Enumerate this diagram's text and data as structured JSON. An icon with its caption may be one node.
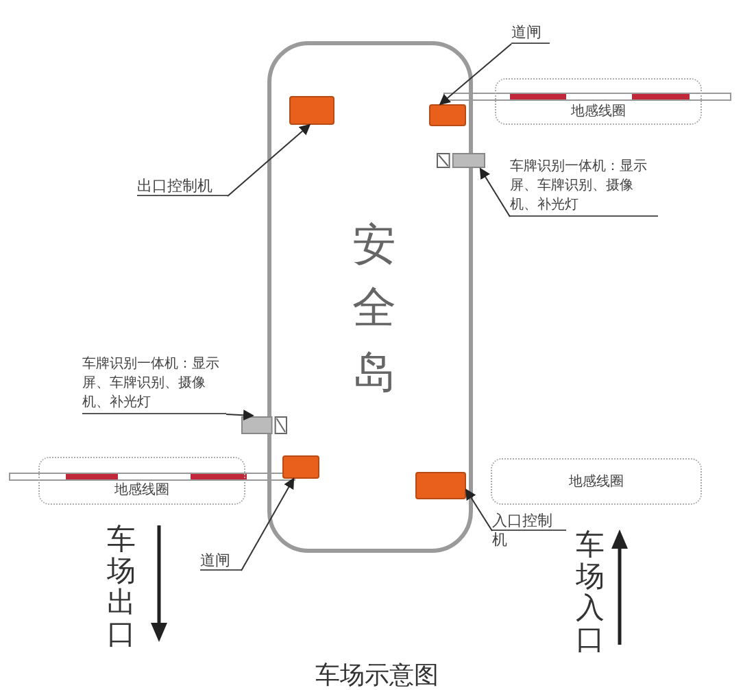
{
  "diagram": {
    "caption": "车场示意图",
    "nodes": [
      {
        "text": [
          "安全岛"
        ]
      },
      {
        "text": [],
        "shape": "box",
        "in": 0
      },
      {
        "text": [],
        "shape": "box",
        "in": 0
      },
      {
        "text": [],
        "shape": "camera"
      },
      {
        "text": [],
        "shape": "camera"
      },
      {
        "text": [],
        "shape": "box",
        "in": 0
      },
      {
        "text": [],
        "shape": "box",
        "in": 0
      },
      {
        "text": [
          "地感线圈"
        ]
      },
      {
        "text": [
          "地感线圈"
        ]
      },
      {
        "text": [
          "地感线圈"
        ]
      },
      {
        "text": [
          "道闸"
        ]
      },
      {
        "text": [
          "出口控制机"
        ]
      },
      {
        "text": [
          "车牌识别一体机：显示屏、车牌识别、摄像机、补光灯"
        ]
      },
      {
        "text": [
          "车牌识别一体机：显示屏、车牌识别、摄像机、补光灯"
        ]
      },
      {
        "text": [
          "道闸"
        ]
      },
      {
        "text": [
          "入口控制机"
        ]
      }
    ],
    "edges": [
      {
        "from": 10,
        "to": 2,
        "arrow": "to"
      },
      {
        "from": 11,
        "to": 1,
        "arrow": "to"
      },
      {
        "from": 12,
        "to": 3,
        "arrow": "to"
      },
      {
        "from": 13,
        "to": 4,
        "arrow": "to"
      },
      {
        "from": 14,
        "to": 5,
        "arrow": "to"
      },
      {
        "from": 15,
        "to": 6,
        "arrow": "to"
      }
    ],
    "labels": [
      "车场出口",
      "车场入口"
    ]
  }
}
